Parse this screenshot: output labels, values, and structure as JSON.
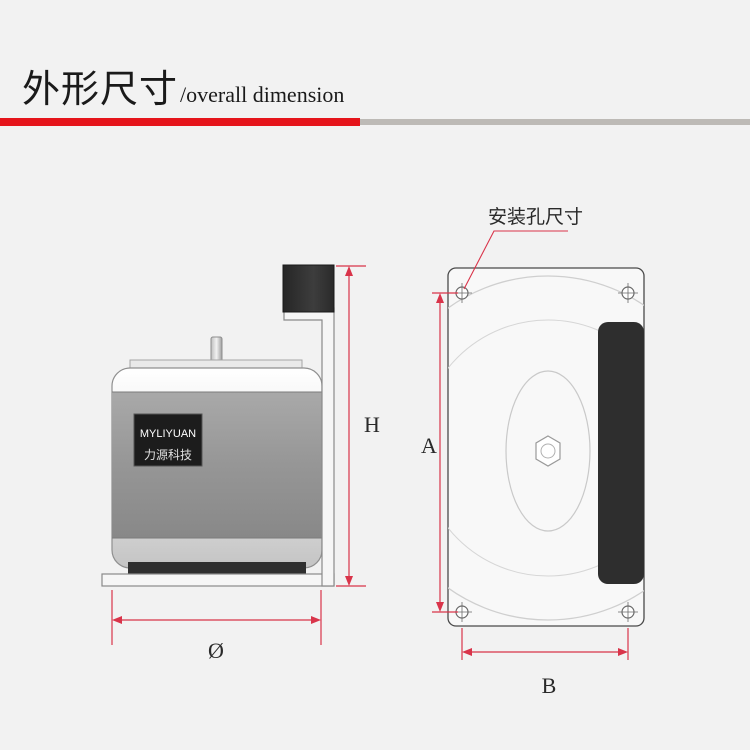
{
  "header": {
    "title_cn": "外形尺寸",
    "title_en": "/overall dimension"
  },
  "colors": {
    "accent": "#e5141b",
    "neutral": "#bdbab6",
    "dimension_line": "#d9344a"
  },
  "motor": {
    "brand": "MYLIYUAN",
    "brand_cn": "力源科技"
  },
  "labels": {
    "height": "H",
    "diameter": "Ø",
    "width_a": "A",
    "width_b": "B",
    "hole_size": "安装孔尺寸"
  }
}
